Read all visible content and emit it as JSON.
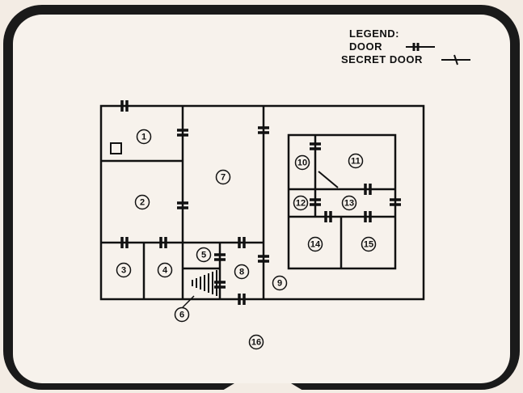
{
  "legend": {
    "title": "LEGEND:",
    "door_label": "DOOR",
    "secret_door_label": "SECRET DOOR"
  },
  "rooms": [
    {
      "id": "1"
    },
    {
      "id": "2"
    },
    {
      "id": "3"
    },
    {
      "id": "4"
    },
    {
      "id": "5"
    },
    {
      "id": "6"
    },
    {
      "id": "7"
    },
    {
      "id": "8"
    },
    {
      "id": "9"
    },
    {
      "id": "10"
    },
    {
      "id": "11"
    },
    {
      "id": "12"
    },
    {
      "id": "13"
    },
    {
      "id": "14"
    },
    {
      "id": "15"
    },
    {
      "id": "16"
    }
  ],
  "colors": {
    "screen_frame": "#1a1a1a",
    "screen_background": "#f7f2ec",
    "ink": "#111111"
  }
}
